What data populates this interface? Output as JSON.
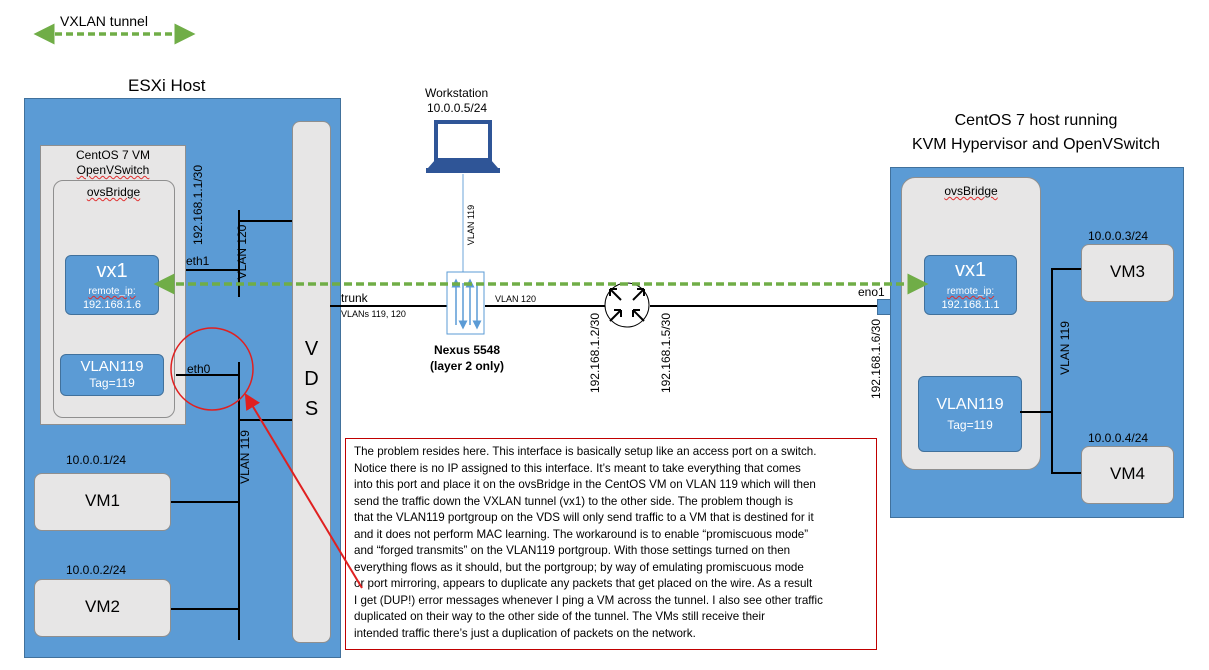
{
  "legend": {
    "title": "VXLAN tunnel"
  },
  "esxi": {
    "title": "ESXi Host",
    "vm": {
      "line1": "CentOS 7 VM",
      "line2": "OpenVSwitch"
    },
    "bridge": "ovsBridge",
    "vx1": {
      "title": "vx1",
      "sub1": "remote_ip:",
      "sub2": "192.168.1.6"
    },
    "vlan119": {
      "title": "VLAN119",
      "sub": "Tag=119"
    },
    "ip_vertical": "192.168.1.1/30",
    "eth1": "eth1",
    "eth0": "eth0",
    "vlan120": "VLAN 120",
    "vlan119_line": "VLAN 119",
    "vds": [
      "V",
      "D",
      "S"
    ],
    "vm1": {
      "ip": "10.0.0.1/24",
      "name": "VM1"
    },
    "vm2": {
      "ip": "10.0.0.2/24",
      "name": "VM2"
    }
  },
  "workstation": {
    "title": "Workstation",
    "ip": "10.0.0.5/24",
    "vlan": "VLAN 119"
  },
  "trunk": {
    "label": "trunk",
    "sub": "VLANs 119, 120"
  },
  "nexus": {
    "line1": "Nexus 5548",
    "line2": "(layer 2 only)"
  },
  "router_link": {
    "vlan": "VLAN 120",
    "ip_left": "192.168.1.2/30",
    "ip_right": "192.168.1.5/30",
    "ip_kvm": "192.168.1.6/30"
  },
  "kvm": {
    "title1": "CentOS 7 host running",
    "title2": "KVM Hypervisor and OpenVSwitch",
    "bridge": "ovsBridge",
    "eno1": "eno1",
    "vx1": {
      "title": "vx1",
      "sub1": "remote_ip:",
      "sub2": "192.168.1.1"
    },
    "vlan119": {
      "title": "VLAN119",
      "sub": "Tag=119"
    },
    "vlan119_line": "VLAN 119",
    "vm3": {
      "ip": "10.0.0.3/24",
      "name": "VM3"
    },
    "vm4": {
      "ip": "10.0.0.4/24",
      "name": "VM4"
    }
  },
  "note": {
    "lines": [
      "The problem resides here. This interface is basically setup like an access port on a switch.",
      "Notice there is no IP assigned to this interface.  It’s meant to take everything that comes",
      "into this port and place it on the ovsBridge in the CentOS VM on VLAN 119 which will then",
      "send the traffic down the VXLAN tunnel (vx1) to the other side.  The problem though is",
      "that the VLAN119 portgroup on the VDS will only send traffic to a VM that is destined for it",
      "and it does not perform MAC learning.  The workaround is to enable “promiscuous mode”",
      "and “forged transmits” on the VLAN119 portgroup.  With those settings turned on then",
      "everything flows as it should, but the portgroup; by way of emulating promiscuous mode",
      "or port mirroring, appears to duplicate any packets that get placed on the wire.  As a result",
      "I get (DUP!) error messages whenever I ping a VM across the tunnel.  I also see other traffic",
      "duplicated on their way to the other side of the tunnel.  The VMs still receive their",
      "intended traffic there’s just a duplication of packets on the network."
    ]
  },
  "colors": {
    "host_blue": "#5B9BD5",
    "tunnel_green": "#70AD47",
    "box_grey": "#E7E6E6",
    "alert_red": "#E02020"
  }
}
